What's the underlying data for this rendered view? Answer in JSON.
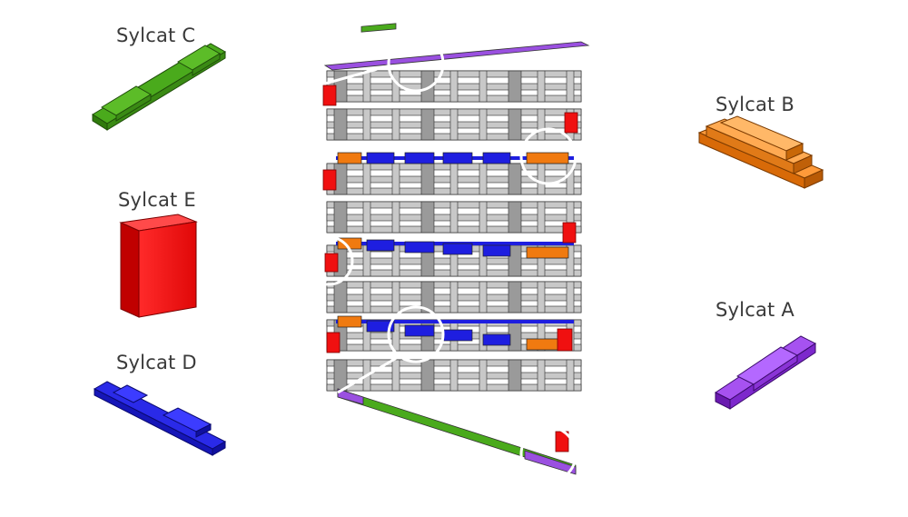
{
  "labels": {
    "sylcat_c": "Sylcat C",
    "sylcat_e": "Sylcat E",
    "sylcat_d": "Sylcat D",
    "sylcat_b": "Sylcat B",
    "sylcat_a": "Sylcat A"
  },
  "colors": {
    "sylcat_a": "#8a2be2",
    "sylcat_b": "#f07a10",
    "sylcat_c": "#3a9a14",
    "sylcat_d": "#1e1ee0",
    "sylcat_e": "#f01010",
    "wood": "#c8c8c8",
    "wood_dark": "#9a9a9a",
    "outline": "#2a2a2a"
  }
}
